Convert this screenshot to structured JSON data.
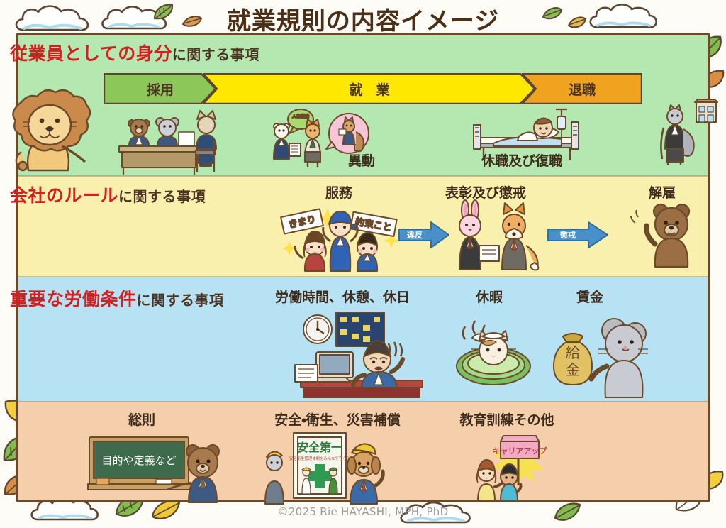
{
  "title": "就業規則の内容イメージ",
  "copyright": "©2025 Rie HAYASHI, MPH, PhD",
  "colors": {
    "band_green": "#b4e8b0",
    "band_yellow": "#faf0ad",
    "band_blue": "#b7e2f4",
    "band_peach": "#f5ceab",
    "heading_red": "#d31f1f",
    "heading_dark": "#4b3423",
    "frame_brown": "#6b4a2a",
    "arrow_green": "#8cc75a",
    "arrow_yellow": "#ffe800",
    "arrow_orange": "#f0a31e",
    "arrow_blue": "#4a90c8",
    "title_brown": "#4b2f16",
    "copyright_gray": "#9a9a9a"
  },
  "timeline": {
    "segments": [
      {
        "label": "採用",
        "color_key": "arrow_green"
      },
      {
        "label": "就　業",
        "color_key": "arrow_yellow"
      },
      {
        "label": "退職",
        "color_key": "arrow_orange"
      }
    ]
  },
  "rows": [
    {
      "id": "employee-status",
      "heading_highlight": "従業員としての身分",
      "heading_rest": "に関する事項",
      "captions": [
        "異動",
        "休職及び復職"
      ]
    },
    {
      "id": "company-rules",
      "heading_highlight": "会社のルール",
      "heading_rest": "に関する事項",
      "captions": [
        "服務",
        "表彰及び懲戒",
        "解雇"
      ],
      "arrow_labels": [
        "違反",
        "懲戒"
      ],
      "sign_texts": [
        "きまり",
        "約束こと"
      ]
    },
    {
      "id": "working-conditions",
      "heading_highlight": "重要な労働条件",
      "heading_rest": "に関する事項",
      "captions": [
        "労働時間、休憩、休日",
        "休暇",
        "賃金"
      ],
      "money_bag_text": "給金"
    },
    {
      "id": "general-others",
      "heading_highlight": "",
      "heading_rest": "",
      "captions": [
        "総則",
        "安全・衛生、災害補償",
        "教育訓練その他"
      ],
      "blackboard_text": "目的や定義など",
      "poster_title": "安全第一",
      "poster_sub": "安全衛生管理体制をみんなで守ろう",
      "career_sign": "キャリアアップ"
    }
  ],
  "bubbles": {
    "transfer_notice": "人事異動"
  }
}
